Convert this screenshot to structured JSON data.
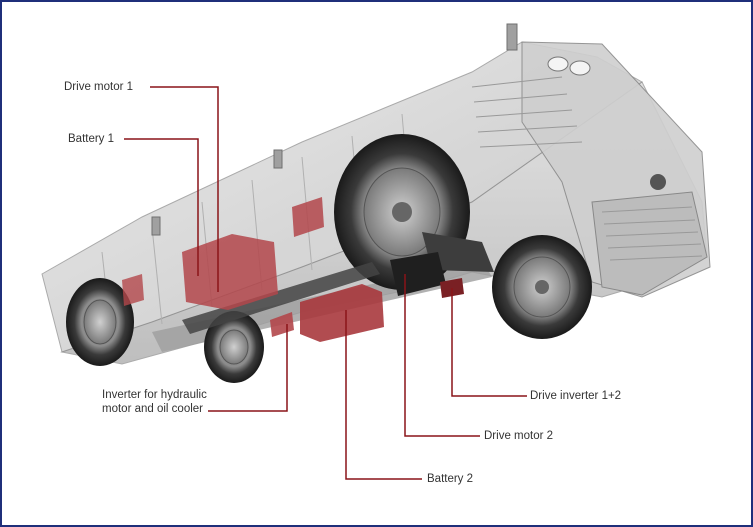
{
  "colors": {
    "leader": "#8a1418",
    "component": "#b3474b",
    "frame": "#1f2f7a"
  },
  "labels": {
    "drive_motor_1": "Drive motor 1",
    "battery_1": "Battery 1",
    "inverter_hydraulic": "Inverter for hydraulic motor and oil cooler",
    "drive_inverter": "Drive inverter 1+2",
    "drive_motor_2": "Drive motor 2",
    "battery_2": "Battery 2"
  }
}
